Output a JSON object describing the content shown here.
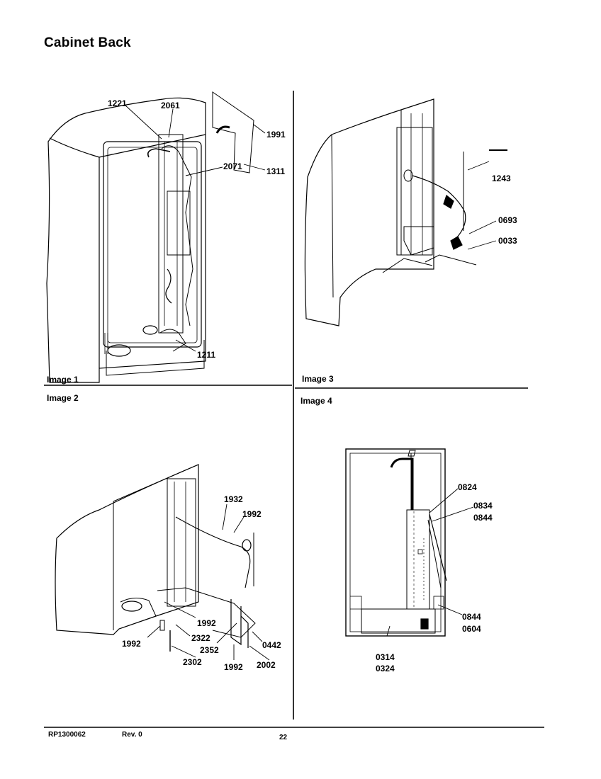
{
  "page": {
    "title": "Cabinet Back",
    "footer": {
      "doc_number": "RP1300062",
      "revision": "Rev. 0",
      "page_number": "22"
    }
  },
  "panels": [
    {
      "label": "Image 1",
      "callouts": [
        "1221",
        "2061",
        "1991",
        "1311",
        "2071",
        "1211"
      ]
    },
    {
      "label": "Image 2",
      "callouts": [
        "1932",
        "1992",
        "1992",
        "2322",
        "1992",
        "2352",
        "0442",
        "2302",
        "1992",
        "2002"
      ]
    },
    {
      "label": "Image 3",
      "callouts": [
        "1243",
        "0693",
        "0033"
      ]
    },
    {
      "label": "Image 4",
      "callouts": [
        "0824",
        "0834",
        "0844",
        "0844",
        "0604",
        "0314",
        "0324"
      ]
    }
  ]
}
